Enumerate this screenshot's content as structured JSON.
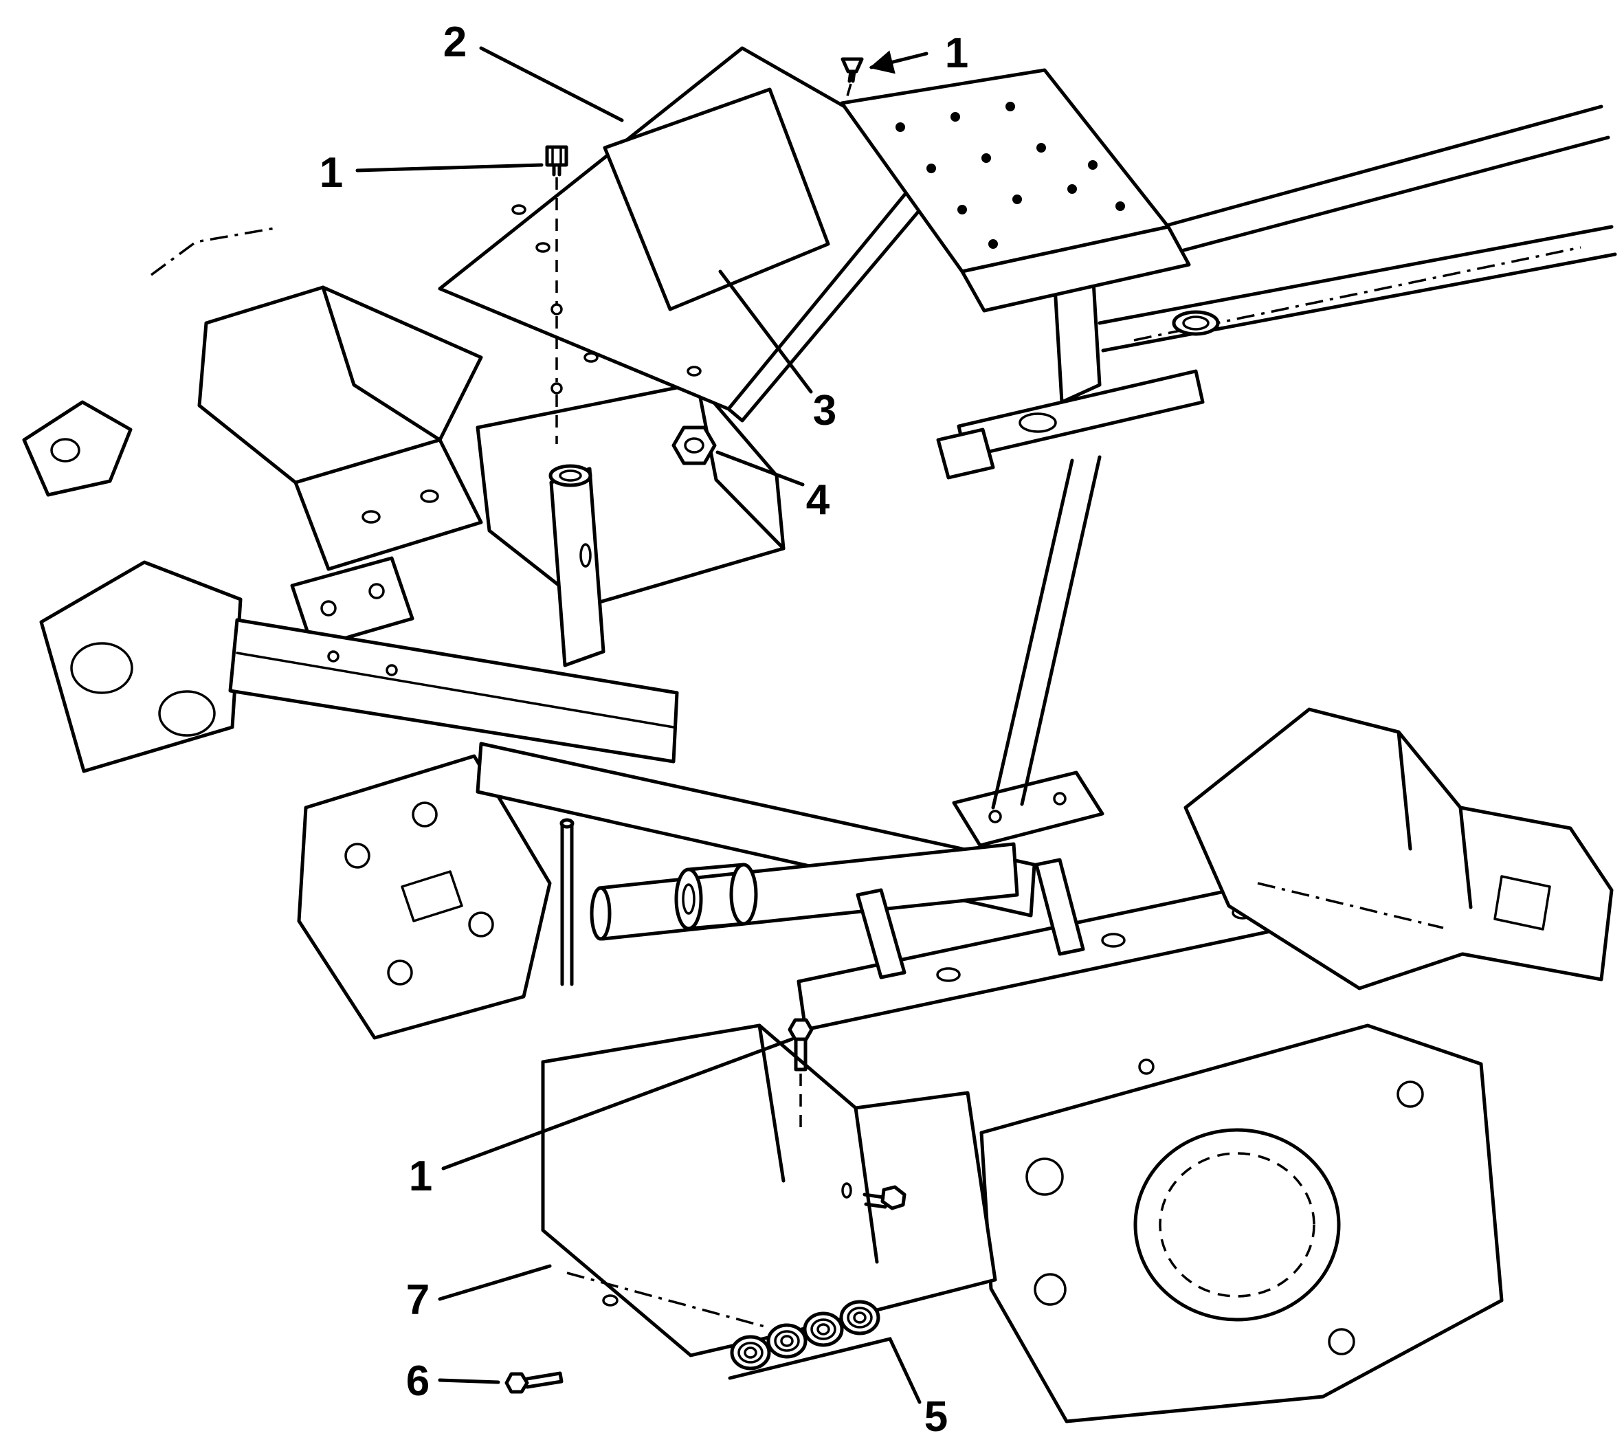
{
  "diagram": {
    "background_color": "#ffffff",
    "line_color": "#000000",
    "callouts": [
      {
        "id": "callout-2",
        "label": "2"
      },
      {
        "id": "callout-1-top-right",
        "label": "1"
      },
      {
        "id": "callout-1-upper-left",
        "label": "1"
      },
      {
        "id": "callout-3",
        "label": "3"
      },
      {
        "id": "callout-4",
        "label": "4"
      },
      {
        "id": "callout-1-middle",
        "label": "1"
      },
      {
        "id": "callout-7",
        "label": "7"
      },
      {
        "id": "callout-6",
        "label": "6"
      },
      {
        "id": "callout-5",
        "label": "5"
      }
    ]
  }
}
